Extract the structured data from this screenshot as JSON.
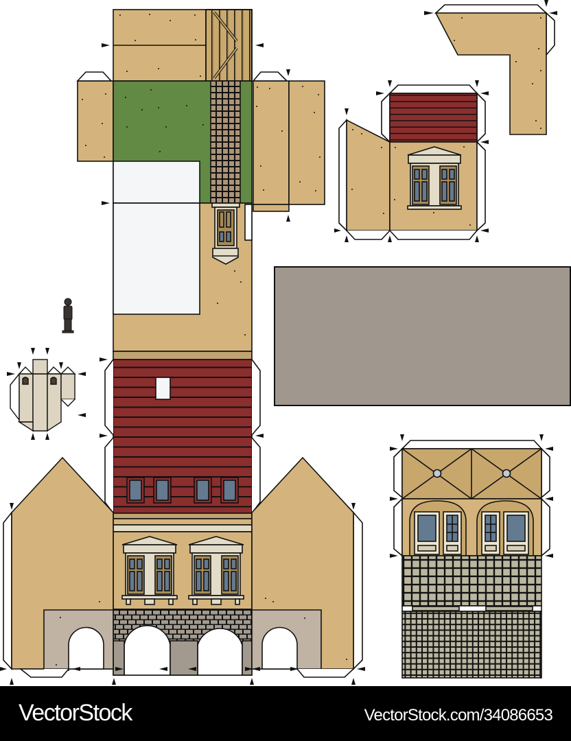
{
  "image": {
    "subject": "paper model cut-out sheet of a historic house with arcade",
    "palette": {
      "wall_tan": "#d4b47c",
      "roof_red": "#8b2e2e",
      "lawn_green": "#628a45",
      "paving_gray": "#a39a8f",
      "stone_light": "#bfb6a8",
      "tile_gray": "#bab6a0",
      "vault_tan": "#c8a76d",
      "window_blue": "#647a90",
      "trim_cream": "#e2dcc8",
      "outline": "#111111",
      "white_fill": "#f5f6f7"
    },
    "parts": [
      {
        "name": "main-building-net"
      },
      {
        "name": "left-gable-wall"
      },
      {
        "name": "right-gable-wall"
      },
      {
        "name": "dormer-net"
      },
      {
        "name": "l-shaped-wall"
      },
      {
        "name": "gray-base-plate"
      },
      {
        "name": "arcade-vault-net"
      },
      {
        "name": "chimney-net"
      },
      {
        "name": "scale-figure"
      }
    ]
  },
  "footer": {
    "brand": "VectorStock",
    "url": "VectorStock.com/34086653",
    "background": "#000000",
    "text_color": "#ffffff"
  }
}
